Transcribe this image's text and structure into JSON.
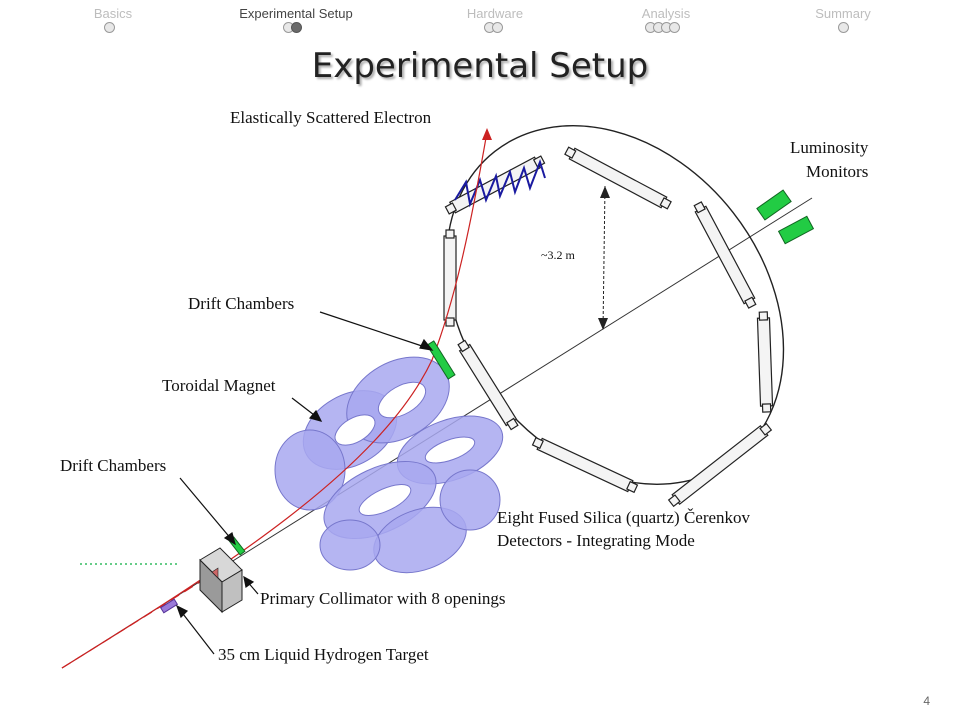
{
  "nav": {
    "items": [
      {
        "label": "Basics",
        "dots": 1,
        "filled": -1,
        "active": false
      },
      {
        "label": "Experimental Setup",
        "dots": 2,
        "filled": 1,
        "active": true
      },
      {
        "label": "Hardware",
        "dots": 2,
        "filled": -1,
        "active": false
      },
      {
        "label": "Analysis",
        "dots": 4,
        "filled": -1,
        "active": false
      },
      {
        "label": "Summary",
        "dots": 1,
        "filled": -1,
        "active": false
      }
    ]
  },
  "title": "Experimental Setup",
  "labels": {
    "scattered_electron": "Elastically Scattered Electron",
    "luminosity_line1": "Luminosity",
    "luminosity_line2": "Monitors",
    "dimension": "~3.2 m",
    "drift_chambers_upper": "Drift Chambers",
    "toroidal_magnet": "Toroidal Magnet",
    "drift_chambers_lower": "Drift Chambers",
    "cerenkov_line1": "Eight Fused Silica (quartz) Čerenkov",
    "cerenkov_line2": "Detectors -  Integrating Mode",
    "collimator": "Primary Collimator with 8 openings",
    "target": "35 cm Liquid Hydrogen Target"
  },
  "page_number": "4"
}
